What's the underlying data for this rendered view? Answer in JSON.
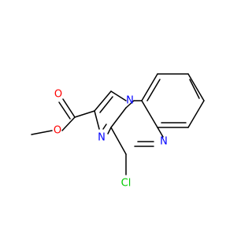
{
  "molecule": {
    "atoms": {
      "n1": {
        "symbol": "N",
        "color": "#0000FF"
      },
      "n2": {
        "symbol": "N",
        "color": "#0000FF"
      },
      "n3": {
        "symbol": "N",
        "color": "#0000FF"
      },
      "o_carbonyl": {
        "symbol": "O",
        "color": "#FF0000"
      },
      "o_ester": {
        "symbol": "O",
        "color": "#FF0000"
      },
      "cl": {
        "symbol": "Cl",
        "color": "#00CC00"
      }
    },
    "bond_color": "#000000"
  }
}
